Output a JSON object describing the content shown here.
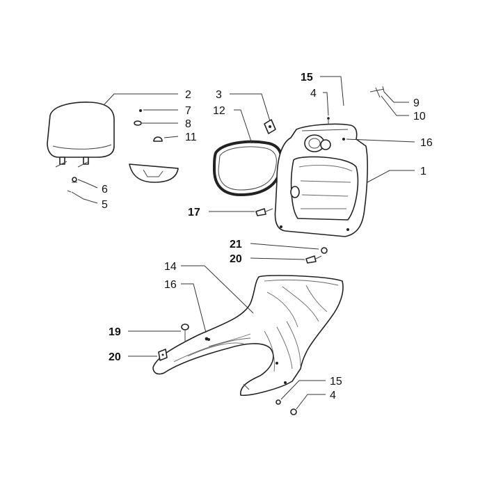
{
  "callouts": [
    {
      "id": "c2",
      "text": "2",
      "bold": false
    },
    {
      "id": "c7",
      "text": "7",
      "bold": false
    },
    {
      "id": "c8",
      "text": "8",
      "bold": false
    },
    {
      "id": "c11",
      "text": "11",
      "bold": false
    },
    {
      "id": "c6",
      "text": "6",
      "bold": false
    },
    {
      "id": "c5",
      "text": "5",
      "bold": false
    },
    {
      "id": "c3",
      "text": "3",
      "bold": false
    },
    {
      "id": "c12",
      "text": "12",
      "bold": false
    },
    {
      "id": "c15a",
      "text": "15",
      "bold": true
    },
    {
      "id": "c4a",
      "text": "4",
      "bold": false
    },
    {
      "id": "c9",
      "text": "9",
      "bold": false
    },
    {
      "id": "c10",
      "text": "10",
      "bold": false
    },
    {
      "id": "c16a",
      "text": "16",
      "bold": false
    },
    {
      "id": "c1",
      "text": "1",
      "bold": false
    },
    {
      "id": "c17",
      "text": "17",
      "bold": true
    },
    {
      "id": "c21",
      "text": "21",
      "bold": true
    },
    {
      "id": "c20a",
      "text": "20",
      "bold": true
    },
    {
      "id": "c14",
      "text": "14",
      "bold": false
    },
    {
      "id": "c16b",
      "text": "16",
      "bold": false
    },
    {
      "id": "c19",
      "text": "19",
      "bold": true
    },
    {
      "id": "c20b",
      "text": "20",
      "bold": true
    },
    {
      "id": "c15b",
      "text": "15",
      "bold": false
    },
    {
      "id": "c4b",
      "text": "4",
      "bold": false
    }
  ]
}
